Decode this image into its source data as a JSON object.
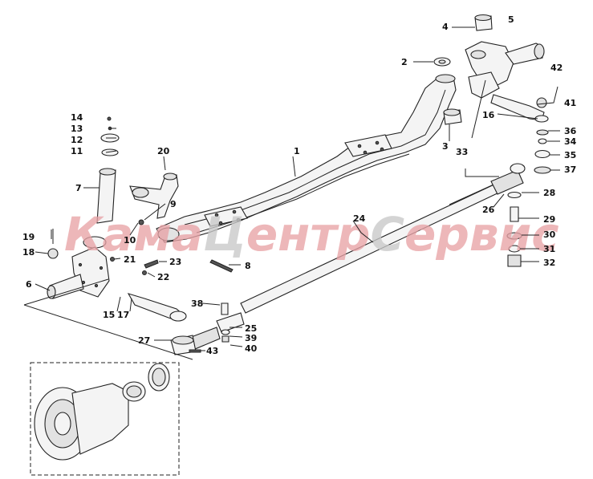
{
  "watermark": {
    "part1": "Кама",
    "part2": "Ц",
    "part3": "ентр",
    "part4": "С",
    "part5": "ервис",
    "color_main": "#e8a3a6",
    "color_accent": "#c9c9c9"
  },
  "callouts": {
    "n1": "1",
    "n2": "2",
    "n3": "3",
    "n4": "4",
    "n5": "5",
    "n6": "6",
    "n7": "7",
    "n8": "8",
    "n9": "9",
    "n10": "10",
    "n11": "11",
    "n12": "12",
    "n13": "13",
    "n14": "14",
    "n15": "15",
    "n16": "16",
    "n17": "17",
    "n18": "18",
    "n19": "19",
    "n20": "20",
    "n21": "21",
    "n22": "22",
    "n23": "23",
    "n24": "24",
    "n25": "25",
    "n26": "26",
    "n27": "27",
    "n28": "28",
    "n29": "29",
    "n30": "30",
    "n31": "31",
    "n32": "32",
    "n33": "33",
    "n34": "34",
    "n35": "35",
    "n36": "36",
    "n37": "37",
    "n38": "38",
    "n39": "39",
    "n40": "40",
    "n41": "41",
    "n42": "42",
    "n43": "43"
  }
}
